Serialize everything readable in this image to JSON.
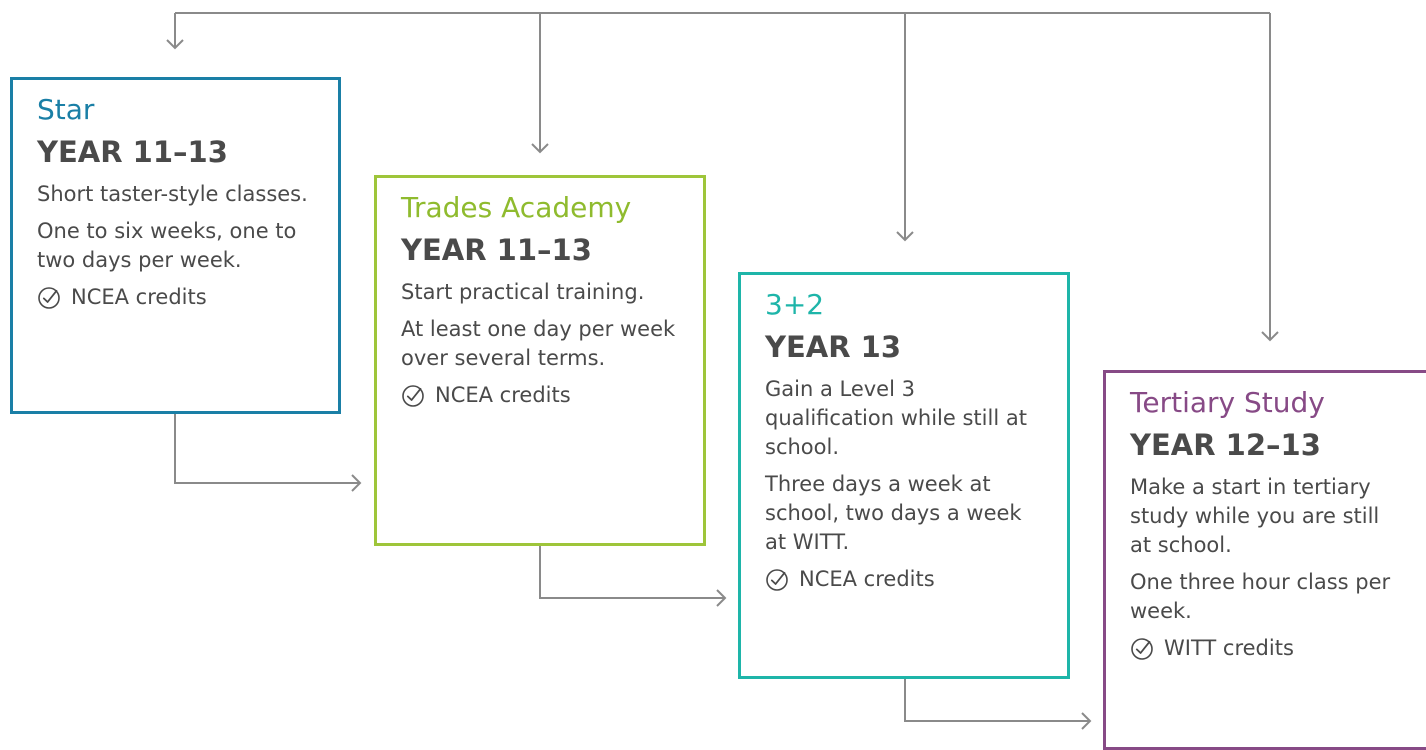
{
  "colors": {
    "star": "#1a7fa6",
    "trades": "#9ec53a",
    "three_plus_two": "#1eb5a9",
    "tertiary": "#874a86",
    "connector": "#8a8a8a",
    "text": "#4a4a4a"
  },
  "cards": [
    {
      "id": "star",
      "category": "Star",
      "year": "YEAR 11–13",
      "paragraphs": [
        "Short taster-style classes.",
        "One to six weeks, one to two days per week."
      ],
      "credits": "NCEA credits",
      "credits_icon": "check-circle-icon"
    },
    {
      "id": "trades",
      "category": "Trades Academy",
      "year": "YEAR 11–13",
      "paragraphs": [
        "Start practical training.",
        "At least one day per week over several terms."
      ],
      "credits": "NCEA credits",
      "credits_icon": "check-circle-icon"
    },
    {
      "id": "three_plus_two",
      "category": "3+2",
      "year": "YEAR 13",
      "paragraphs": [
        "Gain a Level 3 qualification while still at school.",
        "Three days a week at school, two days a week at WITT."
      ],
      "credits": "NCEA credits",
      "credits_icon": "check-circle-icon"
    },
    {
      "id": "tertiary",
      "category": "Tertiary Study",
      "year": "YEAR 12–13",
      "paragraphs": [
        "Make a start in tertiary study while you are still at school.",
        "One three hour class per week."
      ],
      "credits": "WITT credits",
      "credits_icon": "check-circle-icon"
    }
  ]
}
